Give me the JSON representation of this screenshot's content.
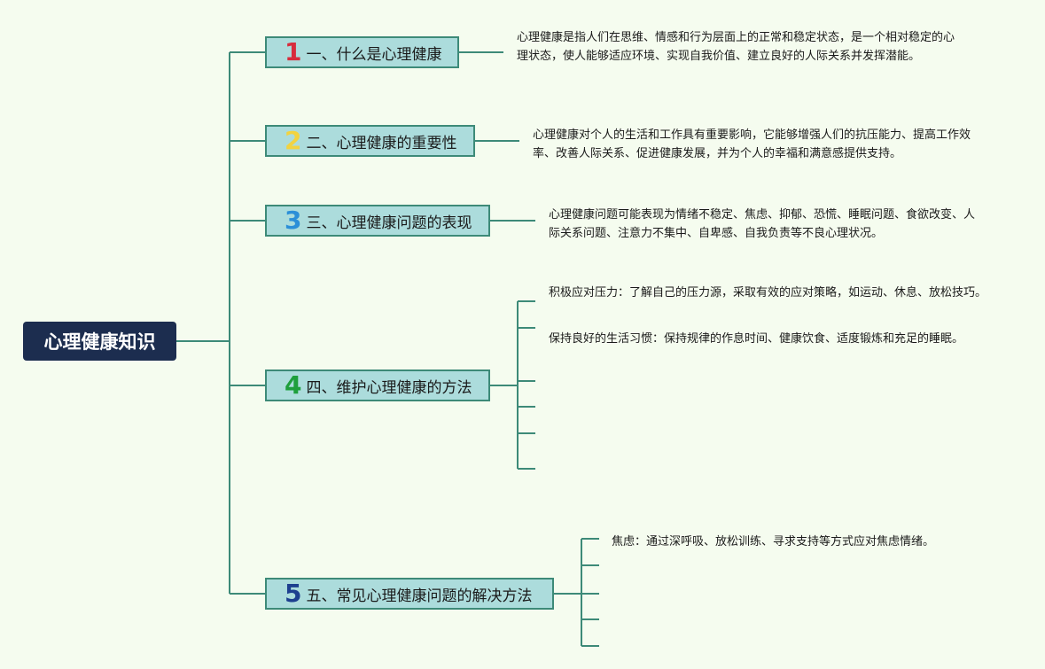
{
  "root": {
    "label": "心理健康知识"
  },
  "topics": [
    {
      "num": "1",
      "num_color": "#d72c3c",
      "label": "一、什么是心理健康",
      "details": [
        "心理健康是指人们在思维、情感和行为层面上的正常和稳定状态，是一个相对稳定的心理状态，使人能够适应环境、实现自我价值、建立良好的人际关系并发挥潜能。"
      ]
    },
    {
      "num": "2",
      "num_color": "#f2d340",
      "label": "二、心理健康的重要性",
      "details": [
        "心理健康对个人的生活和工作具有重要影响，它能够增强人们的抗压能力、提高工作效率、改善人际关系、促进健康发展，并为个人的幸福和满意感提供支持。"
      ]
    },
    {
      "num": "3",
      "num_color": "#2b8fd8",
      "label": "三、心理健康问题的表现",
      "details": [
        "心理健康问题可能表现为情绪不稳定、焦虑、抑郁、恐慌、睡眠问题、食欲改变、人际关系问题、注意力不集中、自卑感、自我负责等不良心理状况。"
      ]
    },
    {
      "num": "4",
      "num_color": "#1e9f3c",
      "label": "四、维护心理健康的方法",
      "details": [
        "积极应对压力：了解自己的压力源，采取有效的应对策略，如运动、休息、放松技巧。",
        "保持良好的生活习惯：保持规律的作息时间、健康饮食、适度锻炼和充足的睡眠。"
      ]
    },
    {
      "num": "5",
      "num_color": "#1d3f8f",
      "label": "五、常见心理健康问题的解决方法",
      "details": [
        "焦虑：通过深呼吸、放松训练、寻求支持等方式应对焦虑情绪。"
      ]
    }
  ],
  "colors": {
    "background": "#f5fcef",
    "connector": "#3d8a78",
    "topic_fill": "#acdcdc",
    "root_fill": "#1c2d4f"
  }
}
